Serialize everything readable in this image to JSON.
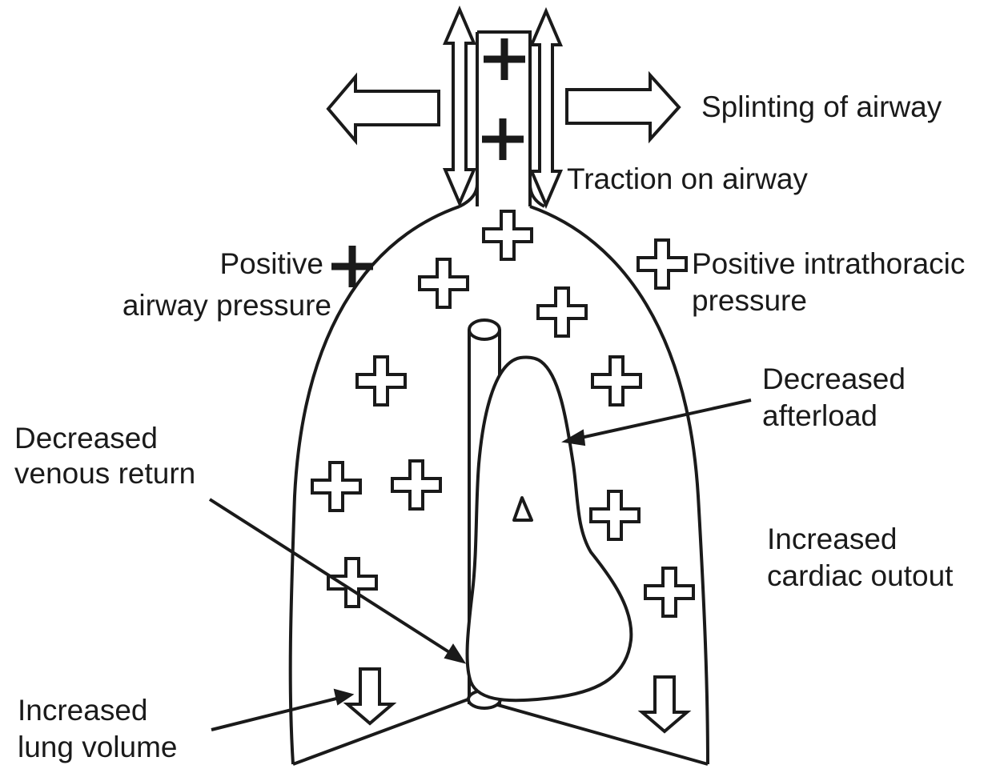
{
  "labels": {
    "splinting": "Splinting of airway",
    "traction": "Traction on airway",
    "positive_airway_line1": "Positive",
    "positive_airway_line2": "airway pressure",
    "positive_intrathoracic_line1": "Positive intrathoracic",
    "positive_intrathoracic_line2": "pressure",
    "decreased_afterload_line1": "Decreased",
    "decreased_afterload_line2": "afterload",
    "decreased_venous_line1": "Decreased",
    "decreased_venous_line2": "venous return",
    "increased_cardiac_line1": "Increased",
    "increased_cardiac_line2": "cardiac outout",
    "increased_lung_line1": "Increased",
    "increased_lung_line2": "lung volume"
  },
  "symbols": {
    "plus": "plus-sign",
    "outline_plus": "outline-plus-sign",
    "delta": "delta-triangle"
  },
  "colors": {
    "stroke": "#1a1a1a",
    "background": "#ffffff"
  }
}
